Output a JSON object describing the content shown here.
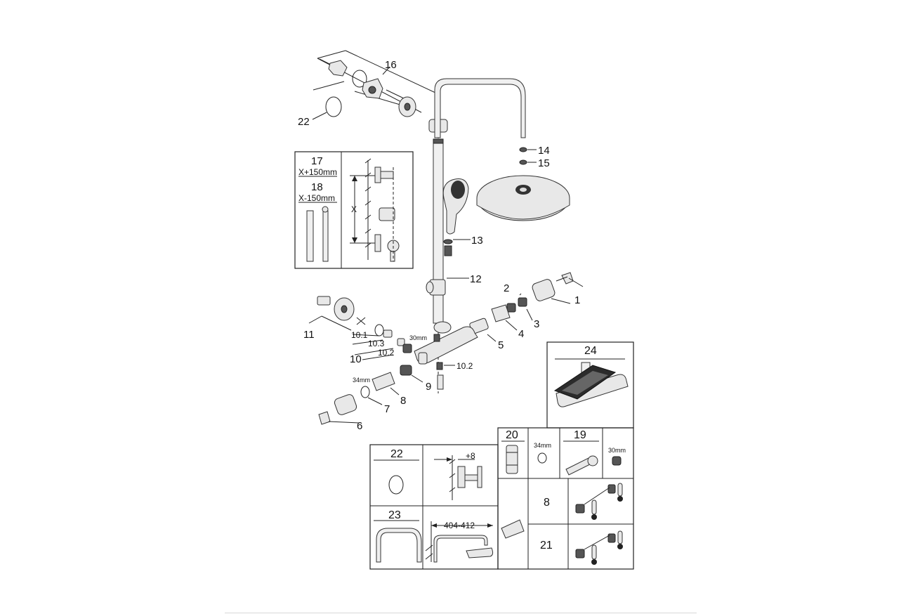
{
  "labels": {
    "p1": "1",
    "p2": "2",
    "p3": "3",
    "p4": "4",
    "p5": "5",
    "p6": "6",
    "p7": "7",
    "p8": "8",
    "p9": "9",
    "p10": "10",
    "p10_1": "10.1",
    "p10_2a": "10.2",
    "p10_2b": "10.2",
    "p10_3": "10.3",
    "p11": "11",
    "p12": "12",
    "p13": "13",
    "p14": "14",
    "p15": "15",
    "p16": "16",
    "p22": "22",
    "dim30a": "30mm",
    "dim34a": "34mm"
  },
  "inset_height": {
    "p17": "17",
    "dim17": "X+150mm",
    "p18": "18",
    "dim18": "X-150mm",
    "x": "X"
  },
  "box24": {
    "label": "24"
  },
  "grid": {
    "p20": "20",
    "dim34": "34mm",
    "p19": "19",
    "dim30": "30mm",
    "p8": "8",
    "p21": "21"
  },
  "box22": {
    "label": "22",
    "offset": "+8"
  },
  "box23": {
    "label": "23",
    "span": "404-412"
  }
}
